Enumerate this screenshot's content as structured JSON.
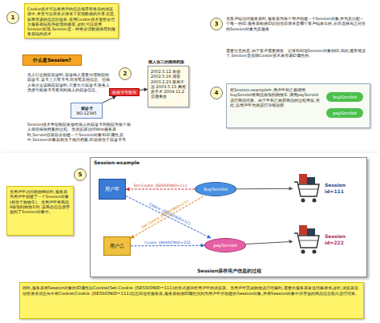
{
  "diagram": {
    "nodes": [
      {
        "text": [
          "1"
        ]
      },
      {
        "text": [
          "Cookie技术可以将用户的信息保存在各自的浏览器中,并且可以在多次请求下实现数据的共享.但是,如果传递的信息比较多,使用Cookie技术显然会增大服务器端程序处理的难度,这时,可以使用Session实现,Session是一种将会话数据保存到服务器端的技术"
        ]
      },
      {
        "text": [
          "什么是Session?"
        ]
      },
      {
        "text": [
          "就诊卡",
          "NO.12345"
        ]
      },
      {
        "text": [
          "2"
        ]
      },
      {
        "text": [
          "根据卡号查询"
        ]
      },
      {
        "text": [
          "病人张三的病例档案",
          "2002.5.12 发烧 2002.5.16 感冒 2003.2.23 肠胃不适 2003.5.13 阑尾炎手术 2004.11.2 交通事故"
        ]
      },
      {
        "text": [
          "3"
        ]
      },
      {
        "text": [
          "4"
        ]
      },
      {
        "text": [
          "在Session-example中,用户甲和乙都调用buyServlet将商品添加到购物车,调用payServlet进行商品结算。由于甲和乙购买商品的过程类似,在此,以用户甲为例进行详细说明"
        ]
      },
      {
        "text": [
          "buyServlet"
        ],
        "in": 9
      },
      {
        "text": [
          "payServlet"
        ],
        "in": 9
      },
      {
        "text": [
          "5"
        ]
      },
      {
        "text": [
          "当用户甲访问购物网站时,服务器为用户甲创建了一个Session对象(相当于购物车)。当用户甲将商品A添加到购物车时,该商品信息便存放到了Session对象中。"
        ]
      },
      {
        "text": [
          "Session-example",
          "Session保存用户信息的过程"
        ]
      },
      {
        "text": [
          "用户甲"
        ],
        "in": 14
      },
      {
        "text": [
          "buyServlet"
        ],
        "in": 14
      },
      {
        "text": [
          "Session id=111"
        ],
        "in": 14
      },
      {
        "text": [
          "用户乙"
        ],
        "in": 14
      },
      {
        "text": [
          "payServlet"
        ],
        "in": 14
      },
      {
        "text": [
          "Session id=222"
        ],
        "in": 14
      },
      {
        "text": [
          "同时,服务器将Session对象的ID属性以Cookie(Set-Cookie :JSESSIONID=111)的形式返回给用户甲的浏览器。当用户甲完成购物进行结账时,需要向服务器发送结账请求,这时,浏览器自动在请求消息头中将Cookie(Cookie :JSESSIONID=111)信息回送给服务器,服务器根据ID属性找到为用户甲所创建的Session对象,并将Session对象中所存放的商品信息取出进行结算。"
        ]
      }
    ],
    "edges": [
      {
        "from": 3,
        "to": 5,
        "arrow": "to"
      },
      {
        "from": 5,
        "to": 6,
        "arrow": "to"
      },
      {
        "from": 16,
        "to": 15,
        "label": "Set-Cookie :JSESSIONID=111",
        "arrow": "to"
      },
      {
        "from": 15,
        "to": 19,
        "label": "Cookie :JSESSIONID=111",
        "arrow": "to"
      },
      {
        "from": 16,
        "to": 18,
        "label": "Set-Cookie :JSESSIONID=222",
        "arrow": "to"
      },
      {
        "from": 18,
        "to": 19,
        "label": "Cookie :JSESSIONID=222",
        "arrow": "to"
      },
      {
        "from": 16,
        "to": 17,
        "arrow": "to"
      },
      {
        "from": 19,
        "to": 20,
        "arrow": "to"
      }
    ],
    "labels": [
      "当人们去医院就诊时,就诊病人需要办理医院的就诊卡,该卡上只有卡号,而没有其他信息。但病人每次去该医院就诊时,只要出示就诊卡,医务人员便可根据卡号查询到病人的就诊信息。",
      "Session技术类似医院发放给病人的就诊卡和医院为每个病人保留病例档案的过程。当浏览器访问Web服务器时,Servlet容器就会创建一个Session对象和ID属性,其中,Session对象就相当于病历档案,ID就相当于就诊卡号",
      "当客户端访问服务器时,服务器为每个用户创建一个Session对象,并为其分配一个唯一的ID,服务器根据ID识别当前请求是哪个客户端发出的,从而选择与之对应的Session对象为其服务",
      "需要注意的是,由于客户需要接收、记录和回送Session对象的ID,因此,通常情况下,Session是借助Cookie技术来传递ID属性的。"
    ]
  }
}
